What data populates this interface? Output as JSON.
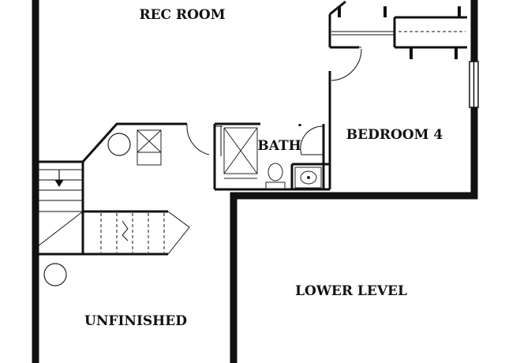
{
  "rooms": {
    "rec_room": "REC ROOM",
    "bath": "BATH",
    "bedroom_4": "BEDROOM 4",
    "unfinished": "UNFINISHED"
  },
  "level": {
    "label": "LOWER LEVEL"
  },
  "colors": {
    "wall": "#111111",
    "fixture": "#222222",
    "background": "#ffffff"
  },
  "icons": [
    "stair-down-arrow-icon",
    "water-heater-icon",
    "furnace-icon",
    "shower-icon",
    "toilet-icon",
    "sink-icon"
  ]
}
